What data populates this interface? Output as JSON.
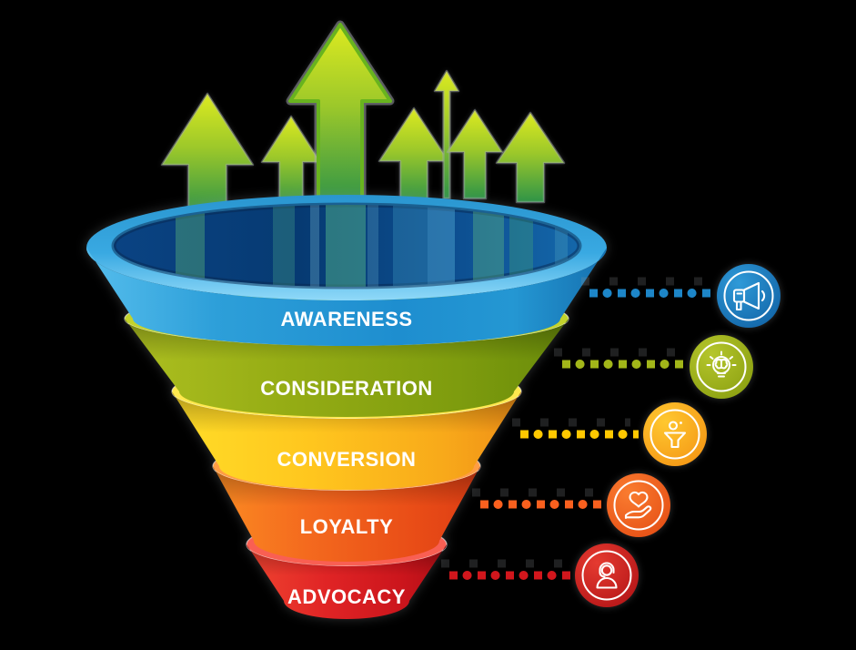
{
  "figure": {
    "type": "marketing-funnel-diagram",
    "background_color": "#000000",
    "stages": [
      {
        "label": "AWARENESS",
        "color": "#2d9fd8",
        "lip_color": "#55bdec",
        "dot_color": "#1d86c8",
        "icon": "megaphone-icon",
        "icon_color": "#16699f"
      },
      {
        "label": "CONSIDERATION",
        "color": "#93a815",
        "lip_color": "#c3d32c",
        "dot_color": "#a2b619",
        "icon": "lightbulb-brain-icon",
        "icon_color": "#95a812"
      },
      {
        "label": "CONVERSION",
        "color": "#ffc41e",
        "lip_color": "#ffe84e",
        "dot_color": "#ffc800",
        "icon": "filter-funnel-icon",
        "icon_color": "#f8a411"
      },
      {
        "label": "LOYALTY",
        "color": "#f05a22",
        "lip_color": "#ff9d44",
        "dot_color": "#f9601e",
        "icon": "heart-in-hand-icon",
        "icon_color": "#ee5b1c"
      },
      {
        "label": "ADVOCACY",
        "color": "#d31a20",
        "lip_color": "#f95f53",
        "dot_color": "#d2161c",
        "icon": "support-agent-icon",
        "icon_color": "#c8161c"
      }
    ],
    "growth_arrows": {
      "count": 7,
      "gradient_top": "#dcea20",
      "gradient_bottom": "#2f9447"
    },
    "funnel_opening_color": "#0a4383",
    "rim_color": "#39a9e2",
    "label_text_color": "#ffffff"
  }
}
